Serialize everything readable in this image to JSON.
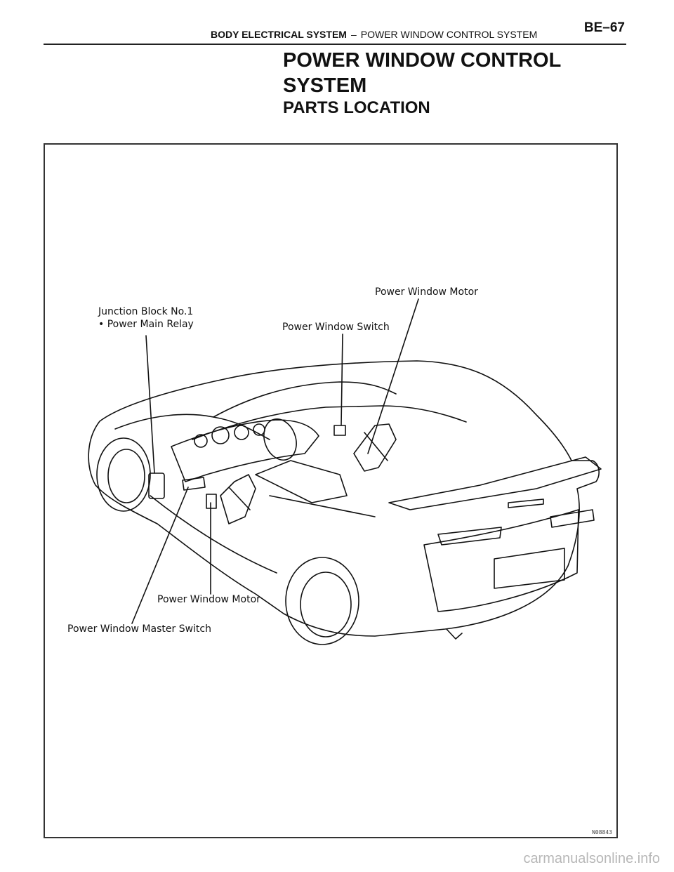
{
  "header": {
    "section": "BODY ELECTRICAL SYSTEM",
    "separator": "–",
    "subsection": "POWER WINDOW CONTROL SYSTEM",
    "page": "BE–67"
  },
  "title": "POWER WINDOW CONTROL SYSTEM",
  "subtitle": "PARTS LOCATION",
  "figure": {
    "labels": {
      "junction_block": "Junction Block No.1",
      "main_relay": "• Power Main Relay",
      "motor_top": "Power Window Motor",
      "switch": "Power Window Switch",
      "motor_bottom": "Power Window Motor",
      "master_switch": "Power Window Master Switch"
    },
    "figure_id": "N08843"
  },
  "watermark": "carmanualsonline.info"
}
